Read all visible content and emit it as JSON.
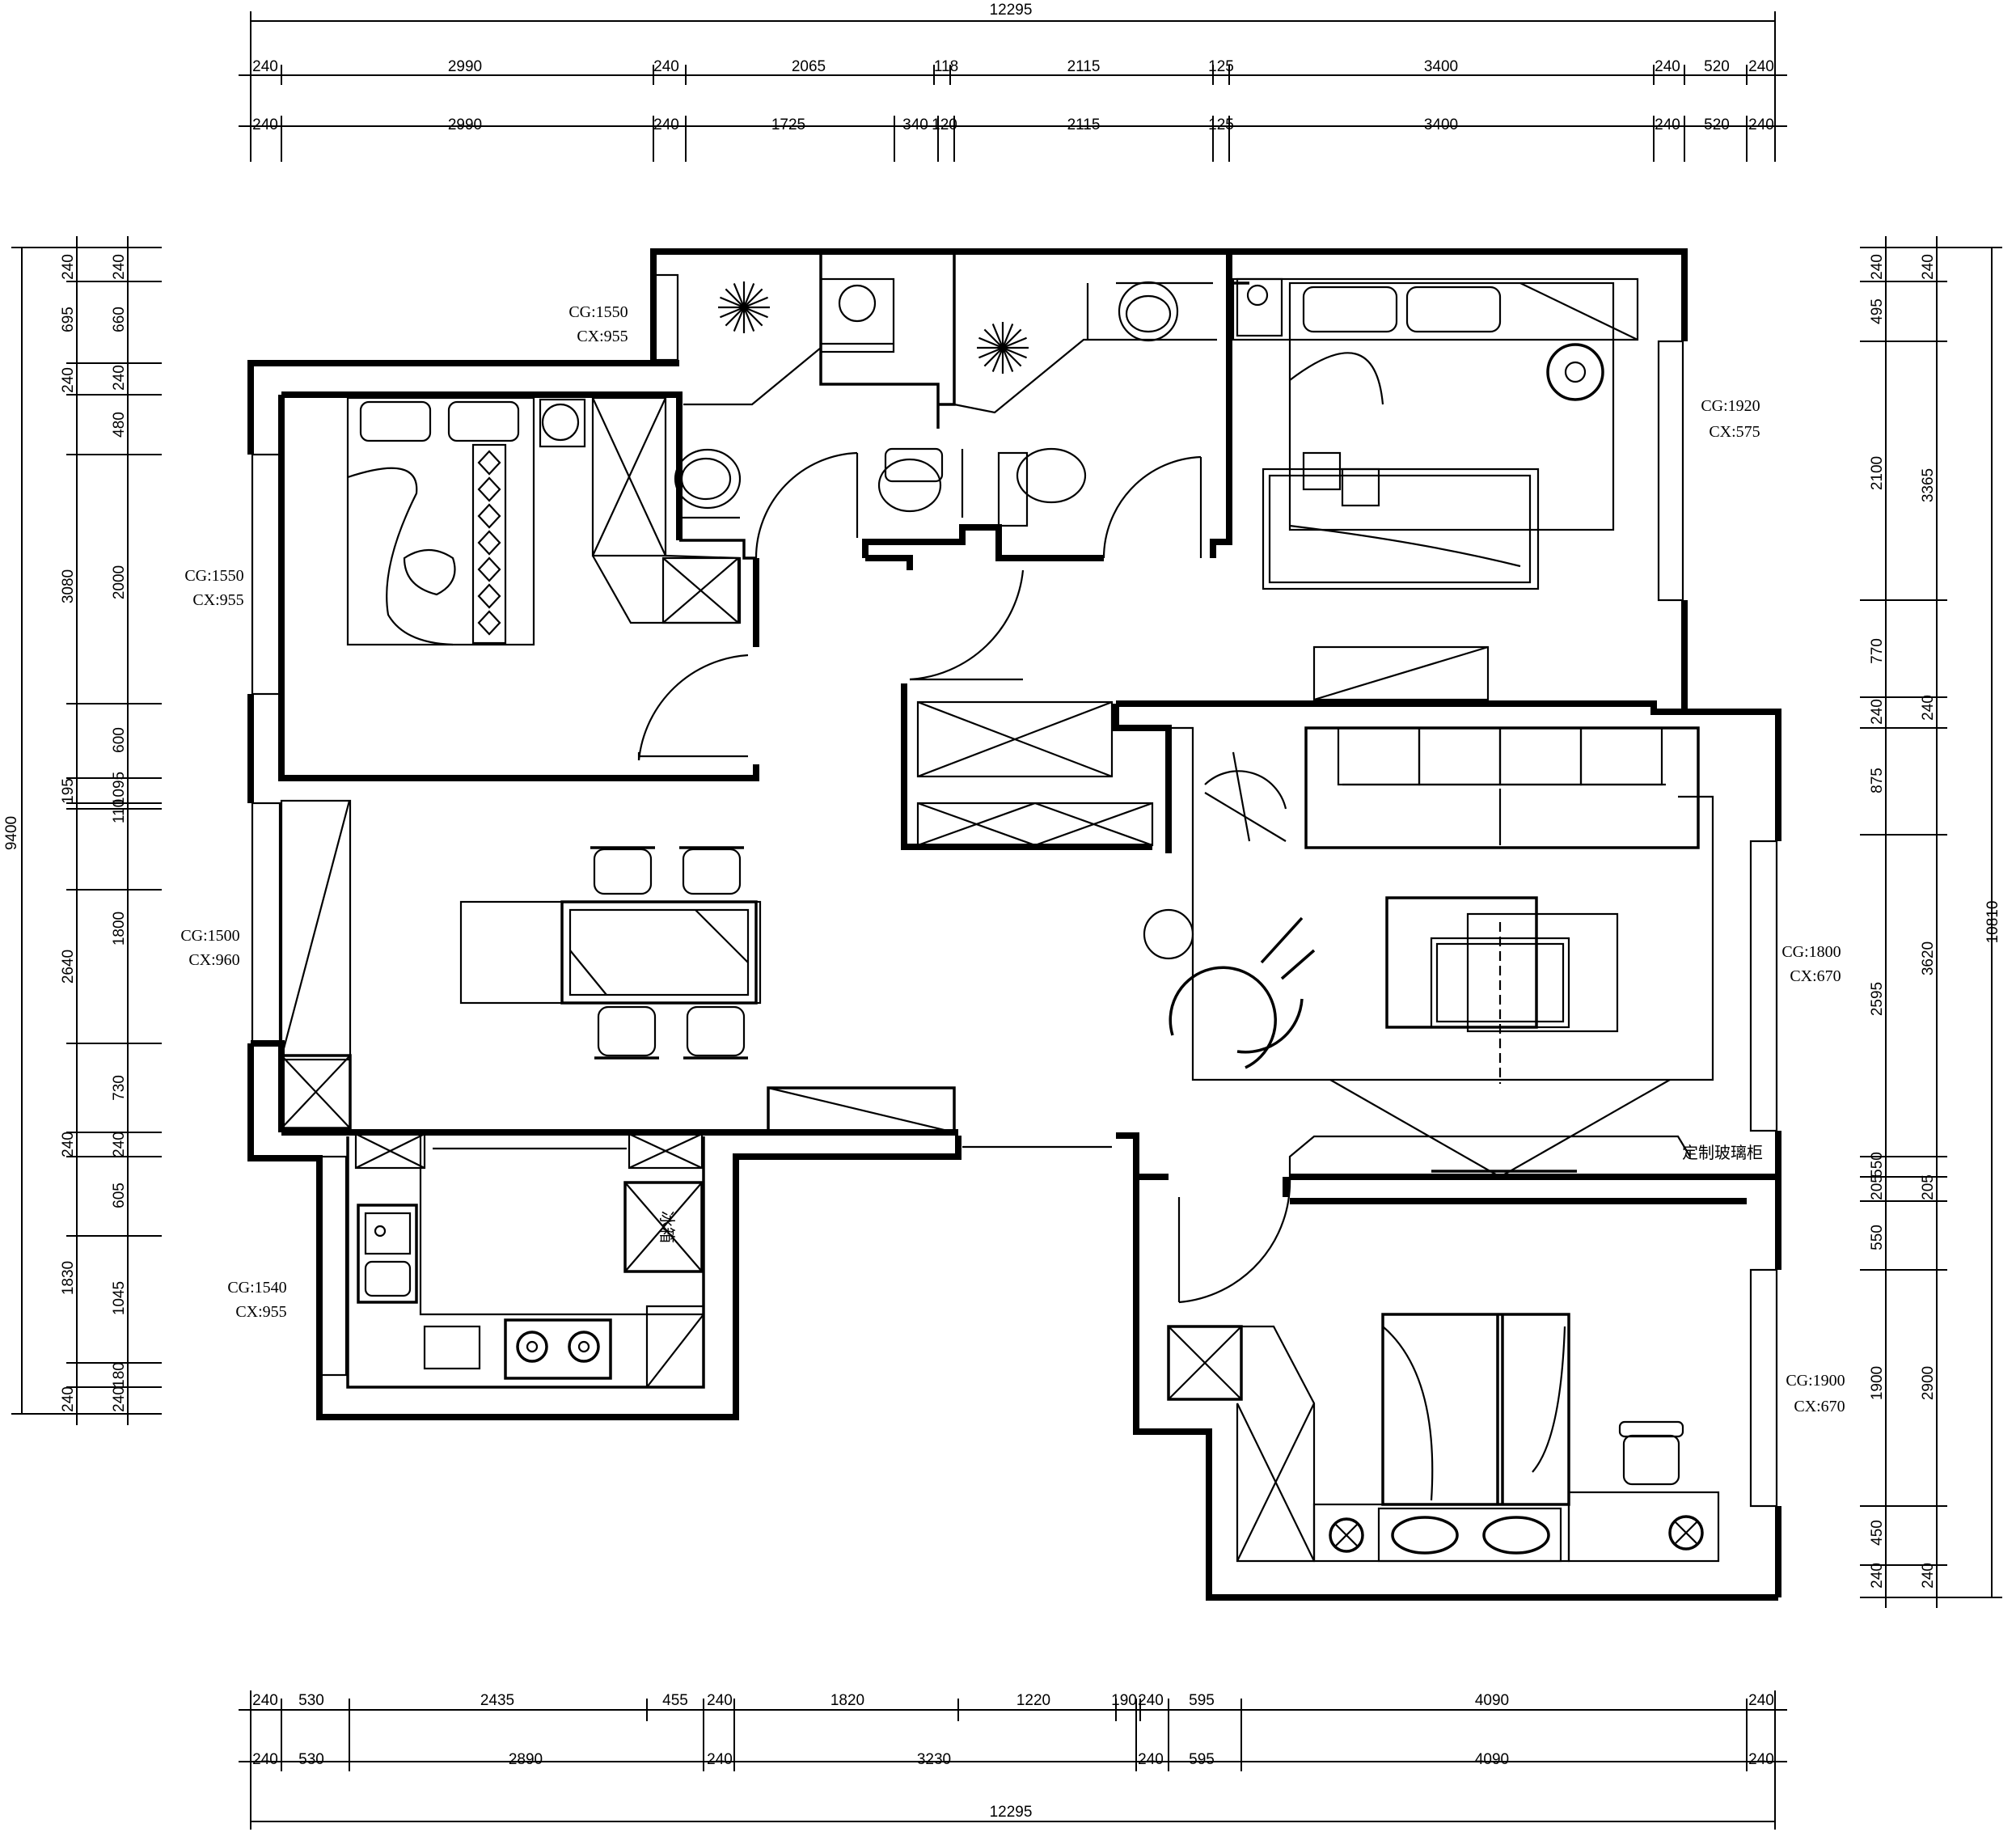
{
  "dimensions": {
    "top_total": "12295",
    "top_row1": [
      "240",
      "2990",
      "240",
      "2065",
      "118",
      "2115",
      "125",
      "3400",
      "240",
      "520",
      "240"
    ],
    "top_row2": [
      "240",
      "2990",
      "240",
      "1725",
      "340",
      "120",
      "2115",
      "125",
      "3400",
      "240",
      "520",
      "240"
    ],
    "bottom_row1": [
      "240",
      "530",
      "2435",
      "455",
      "240",
      "1820",
      "1220",
      "190",
      "240",
      "595",
      "4090",
      "240"
    ],
    "bottom_row2": [
      "240",
      "530",
      "2890",
      "240",
      "3230",
      "240",
      "595",
      "4090",
      "240"
    ],
    "bottom_total": "12295",
    "left_total": "9400",
    "left_outer": [
      "240",
      "695",
      "240",
      "3080",
      "195",
      "2640",
      "240",
      "1830",
      "240"
    ],
    "left_inner": [
      "240",
      "660",
      "240",
      "480",
      "2000",
      "600",
      "1095",
      "110",
      "1800",
      "730",
      "240",
      "605",
      "1045",
      "180",
      "240"
    ],
    "right_total": "10810",
    "right_outer": [
      "240",
      "3365",
      "240",
      "3620",
      "205",
      "2900",
      "240"
    ],
    "right_inner": [
      "240",
      "495",
      "2100",
      "770",
      "240",
      "875",
      "2595",
      "205",
      "550",
      "550",
      "1900",
      "450",
      "240"
    ]
  },
  "window_labels": [
    {
      "cg": "CG:1550",
      "cx": "CX:955"
    },
    {
      "cg": "CG:1550",
      "cx": "CX:955"
    },
    {
      "cg": "CG:1500",
      "cx": "CX:960"
    },
    {
      "cg": "CG:1540",
      "cx": "CX:955"
    },
    {
      "cg": "CG:1920",
      "cx": "CX:575"
    },
    {
      "cg": "CG:1800",
      "cx": "CX:670"
    },
    {
      "cg": "CG:1900",
      "cx": "CX:670"
    }
  ],
  "annotations": {
    "glass_cabinet": "定制玻璃柜",
    "fridge": "冰箱"
  }
}
